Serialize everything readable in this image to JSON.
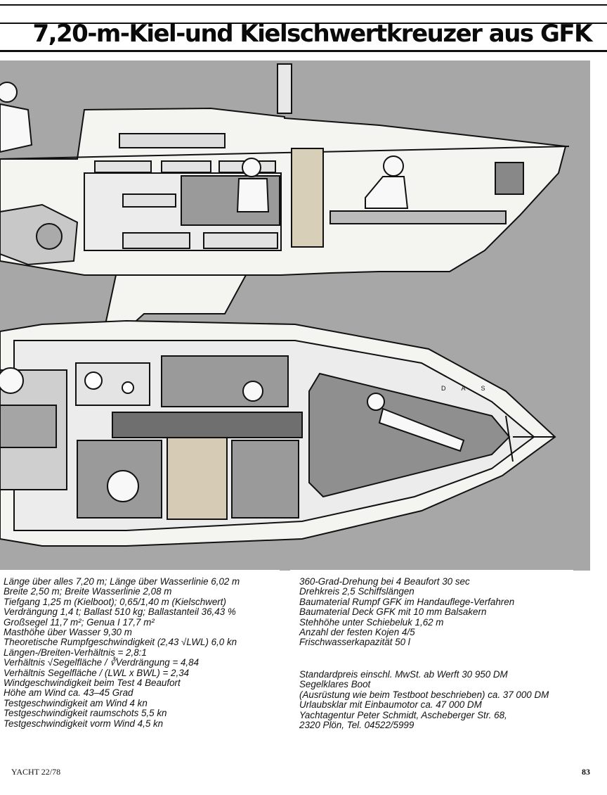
{
  "page": {
    "title": "7,20-m-Kiel-und Kielschwertkreuzer aus GFK",
    "artist_signature": "D A S",
    "footer_left": "YACHT  22/78",
    "page_number": "83"
  },
  "specs_left": [
    "Länge über alles 7,20 m; Länge über Wasserlinie 6,02 m",
    "Breite 2,50 m; Breite Wasserlinie 2,08 m",
    "Tiefgang 1,25 m (Kielboot); 0,65/1,40 m (Kielschwert)",
    "Verdrängung 1,4 t; Ballast 510 kg; Ballastanteil 36,43 %",
    "Großsegel 11,7 m²; Genua I 17,7 m²",
    "Masthöhe über Wasser 9,30 m",
    "Theoretische Rumpfgeschwindigkeit (2,43 √LWL) 6,0 kn",
    "Längen-/Breiten-Verhältnis = 2,8:1",
    "Verhältnis √Segelfläche / ∛Verdrängung = 4,84",
    "Verhältnis Segelfläche / (LWL x BWL) = 2,34",
    "Windgeschwindigkeit beim Test 4 Beaufort",
    "Höhe am Wind ca. 43–45 Grad",
    "Testgeschwindigkeit am Wind 4 kn",
    "Testgeschwindigkeit raumschots 5,5 kn",
    "Testgeschwindigkeit vorm Wind 4,5 kn"
  ],
  "specs_right_a": [
    "360-Grad-Drehung bei 4 Beaufort 30 sec",
    "Drehkreis 2,5 Schiffslängen",
    "Baumaterial Rumpf GFK im Handauflege-Verfahren",
    "Baumaterial Deck GFK mit 10 mm Balsakern",
    "Stehhöhe unter Schiebeluk 1,62 m",
    "Anzahl der festen Kojen 4/5",
    "Frischwasserkapazität 50 l"
  ],
  "specs_right_b": [
    "Standardpreis einschl. MwSt. ab Werft 30 950 DM",
    "Segelklares Boot",
    "(Ausrüstung wie beim Testboot beschrieben) ca. 37 000 DM",
    "Urlaubsklar mit Einbaumotor ca. 47 000 DM",
    "Yachtagentur Peter Schmidt, Ascheberger Str. 68,",
    "2320 Plön, Tel. 04522/5999"
  ]
}
